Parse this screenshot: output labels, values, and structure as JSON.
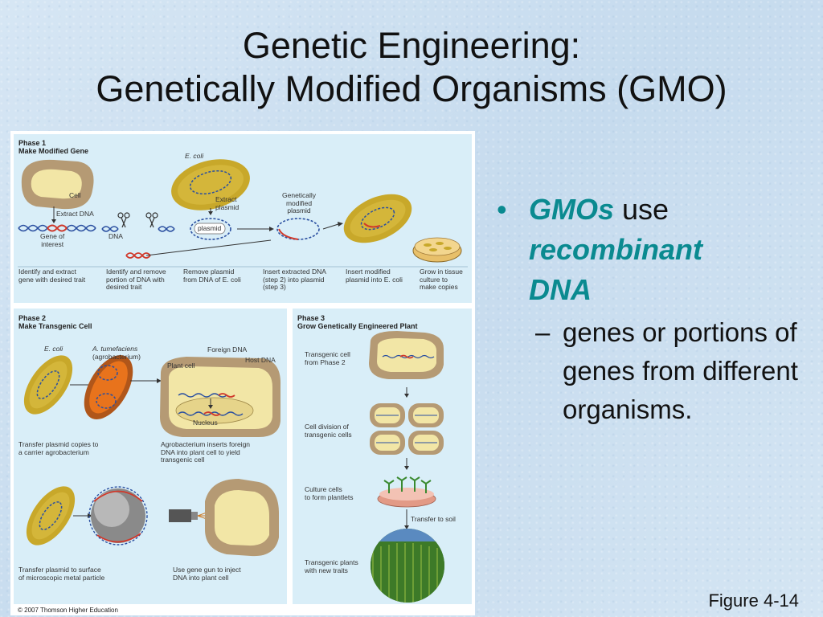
{
  "slide": {
    "title_line1": "Genetic Engineering:",
    "title_line2": "Genetically Modified Organisms (GMO)",
    "figure_label": "Figure 4-14",
    "copyright": "© 2007 Thomson Higher Education"
  },
  "bullets": {
    "b1_em": "GMOs",
    "b1_text": " use ",
    "b1_bold1": "recombinant",
    "b1_bold2": "DNA",
    "sub": "genes or portions of genes from different organisms."
  },
  "phase1": {
    "head1": "Phase 1",
    "head2": "Make Modified Gene",
    "labels": {
      "ecoli": "E. coli",
      "cell": "Cell",
      "extract_dna": "Extract DNA",
      "gene_of": "Gene of",
      "interest": "interest",
      "dna": "DNA",
      "extract": "Extract",
      "plasmid_a": "plasmid",
      "plasmid_b": "plasmid",
      "gm1": "Genetically",
      "gm2": "modified",
      "gm3": "plasmid"
    },
    "captions": [
      [
        "Identify and extract",
        "gene with desired trait"
      ],
      [
        "Identify and remove",
        "portion of DNA with",
        "desired trait"
      ],
      [
        "Remove plasmid",
        "from DNA of E. coli"
      ],
      [
        "Insert extracted DNA",
        "(step 2) into plasmid",
        "(step 3)"
      ],
      [
        "Insert modified",
        "plasmid into E. coli"
      ],
      [
        "Grow in tissue",
        "culture to",
        "make copies"
      ]
    ]
  },
  "phase2": {
    "head1": "Phase 2",
    "head2": "Make Transgenic Cell",
    "labels": {
      "ecoli": "E. coli",
      "atum1": "A. tumefaciens",
      "atum2": "(agrobacterium)",
      "plant_cell": "Plant cell",
      "foreign_dna": "Foreign DNA",
      "host_dna": "Host DNA",
      "nucleus": "Nucleus"
    },
    "captions": [
      [
        "Transfer plasmid copies to",
        "a carrier agrobacterium"
      ],
      [
        "Agrobacterium inserts foreign",
        "DNA into plant cell to yield",
        "transgenic cell"
      ],
      [
        "Transfer plasmid to surface",
        "of microscopic metal particle"
      ],
      [
        "Use gene gun to inject",
        "DNA into plant cell"
      ]
    ]
  },
  "phase3": {
    "head1": "Phase 3",
    "head2": "Grow Genetically Engineered Plant",
    "captions": [
      [
        "Transgenic cell",
        "from Phase 2"
      ],
      [
        "Cell division of",
        "transgenic cells"
      ],
      [
        "Culture cells",
        "to form plantlets"
      ],
      [
        "Transgenic plants",
        "with new traits"
      ]
    ],
    "transfer": "Transfer to soil"
  },
  "colors": {
    "teal": "#0a8a90",
    "panel_bg": "#d9eef8",
    "cell_wall": "#b59a74",
    "cell_body": "#f2e6a6",
    "bacteria": "#c8a82a",
    "agro": "#e8731c"
  }
}
